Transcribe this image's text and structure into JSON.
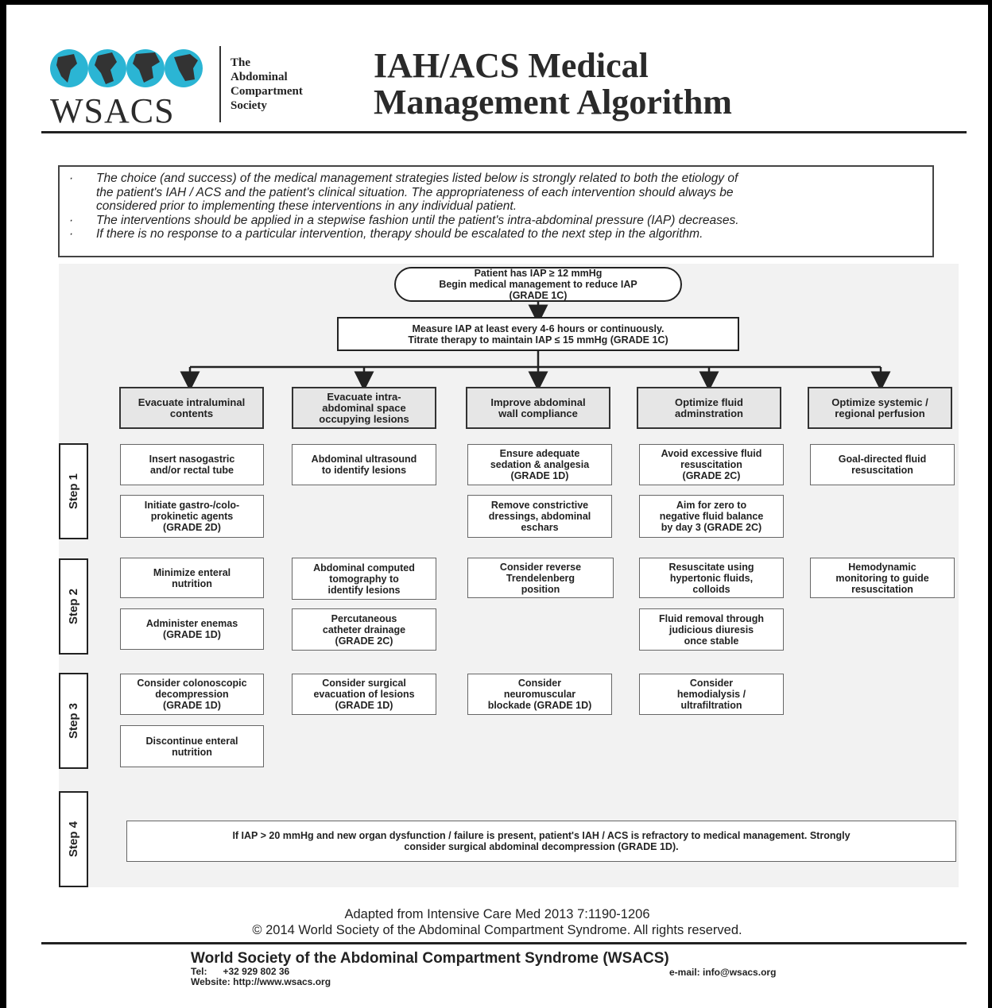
{
  "header": {
    "logo_abbrev": "WSACS",
    "logo_lines": [
      "The",
      "Abdominal",
      "Compartment",
      "Society"
    ],
    "title_line1": "IAH/ACS Medical",
    "title_line2": "Management Algorithm"
  },
  "intro": {
    "bullets": [
      [
        "The choice (and success) of the medical management strategies listed below is strongly related to both the etiology of",
        "the patient's IAH / ACS and the patient's clinical situation. The appropriateness of each intervention should always be",
        "considered prior to implementing these interventions in any individual patient."
      ],
      [
        "The interventions should be applied in a stepwise fashion until the patient's intra-abdominal pressure (IAP) decreases."
      ],
      [
        "If there is no response to a particular intervention, therapy should be escalated to the next step in the algorithm."
      ]
    ]
  },
  "flow": {
    "start": "Patient has IAP ≥ 12 mmHg\nBegin medical management to reduce IAP\n(GRADE 1C)",
    "measure": "Measure IAP at least every 4-6 hours or continuously.\nTitrate therapy to maintain IAP ≤ 15 mmHg (GRADE 1C)",
    "columns": [
      "Evacuate intraluminal\ncontents",
      "Evacuate intra-\nabdominal space\noccupying lesions",
      "Improve abdominal\nwall compliance",
      "Optimize fluid\nadminstration",
      "Optimize systemic /\nregional perfusion"
    ],
    "steps": [
      "Step 1",
      "Step 2",
      "Step 3",
      "Step 4"
    ],
    "step1": {
      "c1a": "Insert nasogastric\nand/or rectal tube",
      "c1b": "Initiate gastro-/colo-\nprokinetic agents\n(GRADE 2D)",
      "c2a": "Abdominal ultrasound\nto identify lesions",
      "c3a": "Ensure adequate\nsedation & analgesia\n(GRADE 1D)",
      "c3b": "Remove constrictive\ndressings, abdominal\neschars",
      "c4a": "Avoid excessive fluid\nresuscitation\n(GRADE 2C)",
      "c4b": "Aim for zero to\nnegative fluid balance\nby day 3 (GRADE 2C)",
      "c5a": "Goal-directed fluid\nresuscitation"
    },
    "step2": {
      "c1a": "Minimize enteral\nnutrition",
      "c1b": "Administer enemas\n(GRADE 1D)",
      "c2a": "Abdominal computed\ntomography to\nidentify lesions",
      "c2b": "Percutaneous\ncatheter drainage\n(GRADE 2C)",
      "c3a": "Consider reverse\nTrendelenberg\nposition",
      "c4a": "Resuscitate using\nhypertonic fluids,\ncolloids",
      "c4b": "Fluid removal through\njudicious diuresis\nonce stable",
      "c5a": "Hemodynamic\nmonitoring to guide\nresuscitation"
    },
    "step3": {
      "c1a": "Consider colonoscopic\ndecompression\n(GRADE 1D)",
      "c1b": "Discontinue enteral\nnutrition",
      "c2a": "Consider surgical\nevacuation of lesions\n(GRADE 1D)",
      "c3a": "Consider\nneuromuscular\nblockade (GRADE 1D)",
      "c4a": "Consider\nhemodialysis /\nultrafiltration"
    },
    "step4": "If IAP > 20 mmHg and new organ dysfunction / failure is present, patient's IAH / ACS is refractory to medical management.  Strongly\nconsider surgical abdominal decompression (GRADE 1D)."
  },
  "footer": {
    "source": "Adapted from Intensive Care Med 2013 7:1190-1206",
    "copyright": "© 2014 World Society of the Abdominal Compartment Syndrome.  All rights reserved.",
    "org": "World Society of the Abdominal Compartment Syndrome (WSACS)",
    "tel_label": "Tel:",
    "tel": "+32 929 802 36",
    "email": "e-mail: info@wsacs.org",
    "website": "Website: http://www.wsacs.org"
  },
  "colors": {
    "logo_cyan": "#2bb5d4",
    "ink": "#222222",
    "header_fill": "#e6e6e6"
  }
}
